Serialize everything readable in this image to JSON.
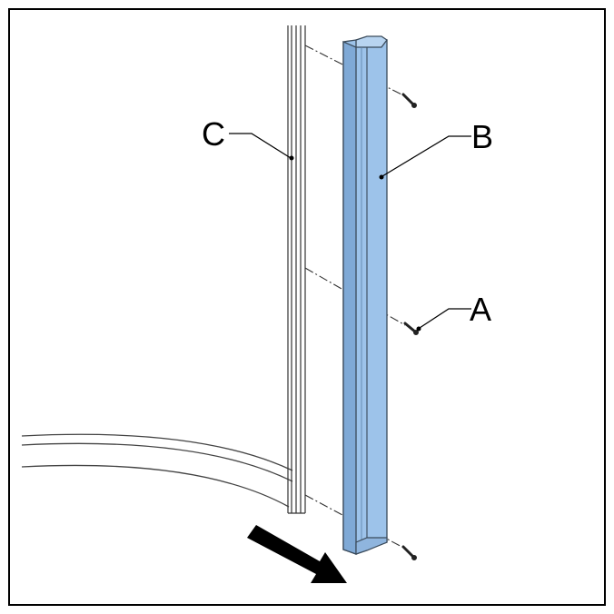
{
  "figure": {
    "callouts": {
      "a": {
        "label": "A"
      },
      "b": {
        "label": "B"
      },
      "c": {
        "label": "C"
      }
    }
  },
  "colors": {
    "frame": "#000000",
    "trim_fill": "#9dc3ea",
    "trim_shade": "#7fa9d6",
    "trim_outline": "#3a4a5a",
    "line": "#333333",
    "arrow": "#000000"
  },
  "icons": {
    "direction_arrow": "arrow-down-right-icon",
    "screw": "screw-icon"
  }
}
